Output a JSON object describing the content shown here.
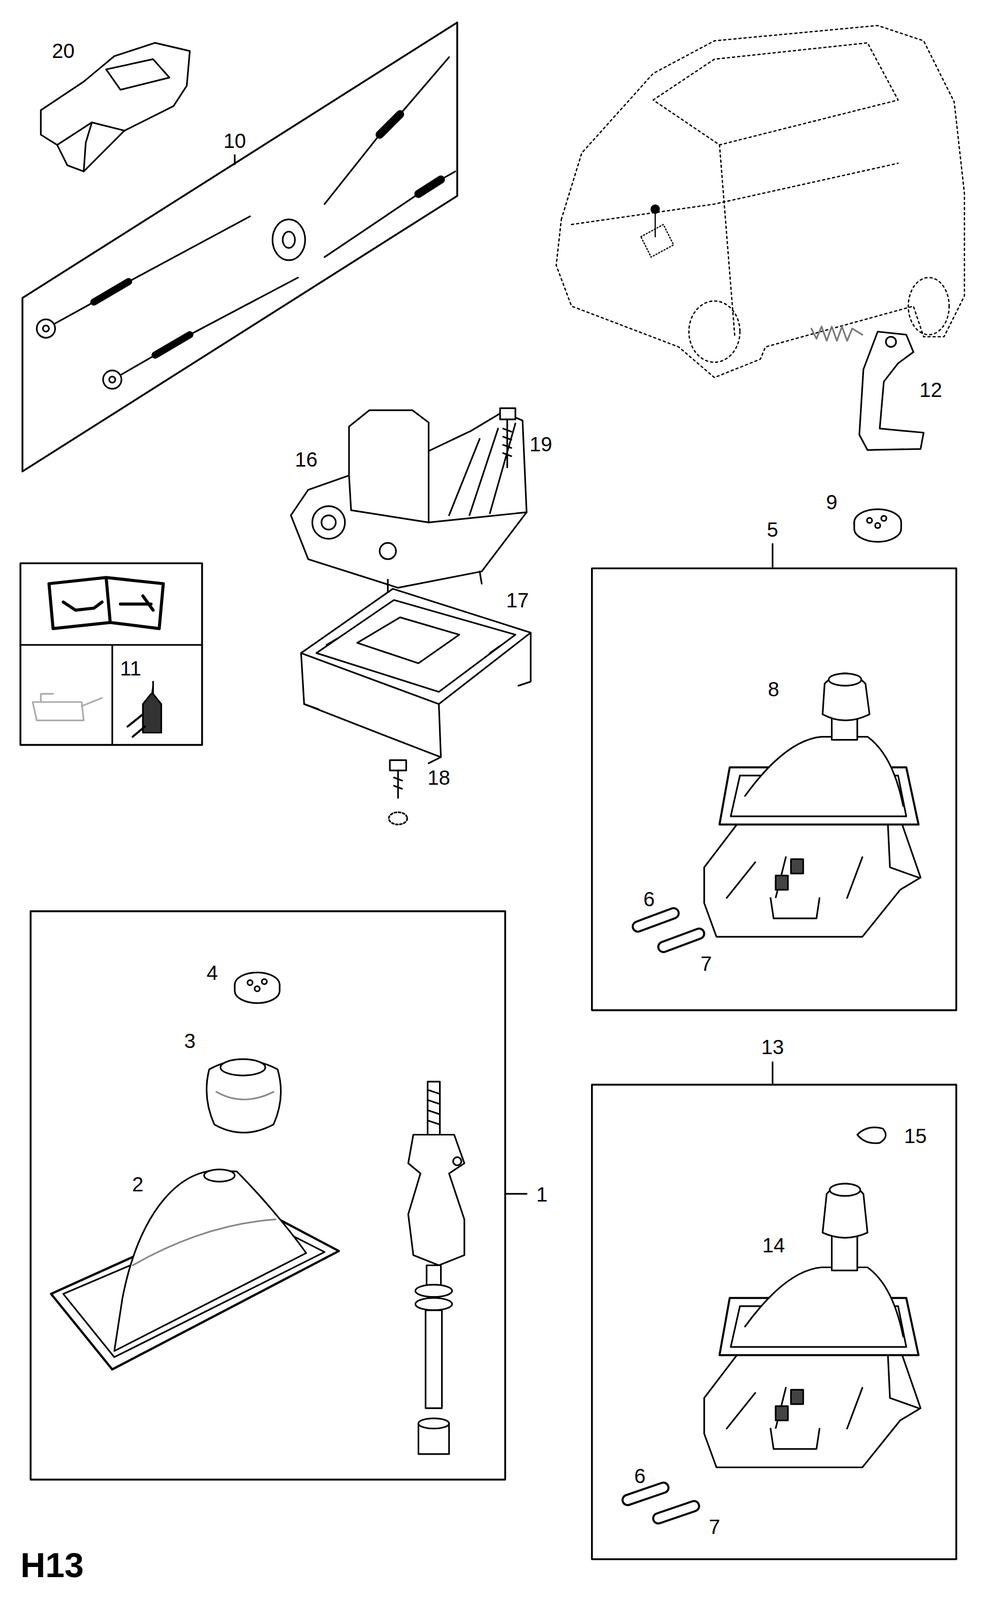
{
  "diagram": {
    "nodes": [
      {
        "text": [
          "10"
        ]
      },
      {
        "text": [
          "11"
        ]
      },
      {
        "text": [
          "1",
          "4",
          "3",
          "2"
        ]
      },
      {
        "text": [
          "5",
          "8",
          "6",
          "7"
        ]
      },
      {
        "text": [
          "13",
          "15",
          "14",
          "6",
          "7"
        ]
      }
    ],
    "labels": [
      "20",
      "12",
      "9",
      "16",
      "19",
      "17",
      "18",
      "H13"
    ]
  }
}
